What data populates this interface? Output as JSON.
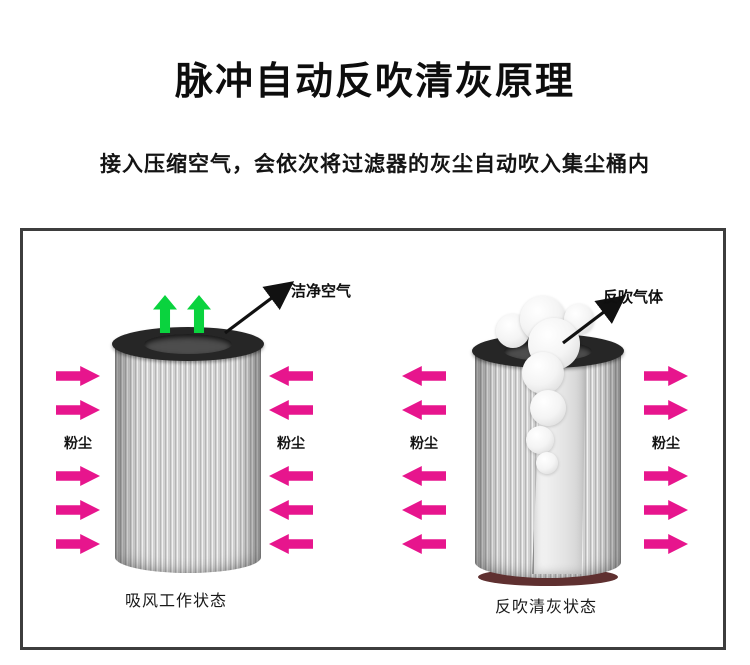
{
  "header": {
    "title": "脉冲自动反吹清灰原理",
    "subtitle": "接入压缩空气，会依次将过滤器的灰尘自动吹入集尘桶内"
  },
  "diagram": {
    "left_panel": {
      "caption": "吸风工作状态",
      "flow_label": "洁净空气",
      "dust_left": "粉尘",
      "dust_right": "粉尘"
    },
    "right_panel": {
      "caption": "反吹清灰状态",
      "flow_label": "反吹气体",
      "dust_left": "粉尘",
      "dust_right": "粉尘"
    },
    "colors": {
      "dust_arrow": "#e7158d",
      "clean_air_arrow": "#0ad33e",
      "flow_arrow": "#111111",
      "panel_border": "#3d3d3d"
    }
  }
}
